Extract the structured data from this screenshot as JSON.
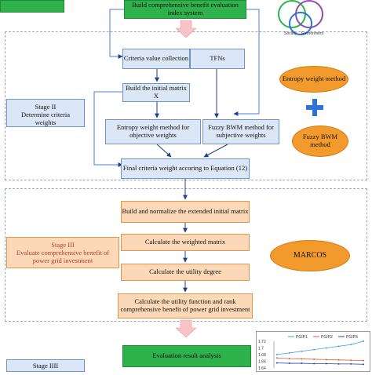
{
  "boxes": {
    "build_index": "Build comprehensive benefit evaluation index system",
    "criteria_value": "Criteria value collection",
    "tfns": "TFNs",
    "initial_matrix": "Build the initial matrix X",
    "entropy_method": "Entropy weight method for objective weights",
    "fuzzy_bwm": "Fuzzy BWM method for subjective weights",
    "final_weight": "Final criteria weight accoring to Equation (12)",
    "normalize": "Build and normalize the extended initial matrix",
    "weighted_matrix": "Calculate the weighted matrix",
    "utility_degree": "Calculate the utility degree",
    "utility_function": "Calculate the utility function and rank comprehensive benefit of power grid investment",
    "evaluation": "Evaluation result analysis"
  },
  "stages": {
    "stage2_title": "Stage II",
    "stage2_desc": "Determine criteria weights",
    "stage3_title": "Stage III",
    "stage3_desc": "Evaluate comprehensive benefit of power grid investment",
    "stage4_title": "Stage IIII"
  },
  "side": {
    "entropy_oval": "Entropy weight method",
    "fuzzy_oval": "Fuzzy BWM method",
    "marcos_oval": "MARCOS",
    "plus_symbol": "+",
    "venn_label_1": "Society",
    "venn_label_2": "Environment"
  },
  "colors": {
    "green": "#2fb24b",
    "blue_box": "#dbe6f6",
    "peach_box": "#fbd9b8",
    "oval_orange": "#f39a2c",
    "arrow_blue": "#1f3f8f",
    "plus_blue": "#2e73d8"
  },
  "chart_data": {
    "type": "line",
    "series": [
      {
        "name": "PGIP1",
        "values": [
          1.68,
          1.685,
          1.69,
          1.695,
          1.7,
          1.705,
          1.71,
          1.72
        ]
      },
      {
        "name": "PGIP2",
        "values": [
          1.67,
          1.668,
          1.667,
          1.666,
          1.665,
          1.664,
          1.663,
          1.662
        ]
      },
      {
        "name": "PGIP3",
        "values": [
          1.655,
          1.654,
          1.654,
          1.653,
          1.653,
          1.652,
          1.652,
          1.651
        ]
      }
    ],
    "series_colors": [
      "#3ba0e0",
      "#e05a3b",
      "#2b4aa8"
    ],
    "yticks": [
      "1.72",
      "1.7",
      "1.68",
      "1.66",
      "1.64"
    ],
    "ylim": [
      1.64,
      1.72
    ]
  }
}
